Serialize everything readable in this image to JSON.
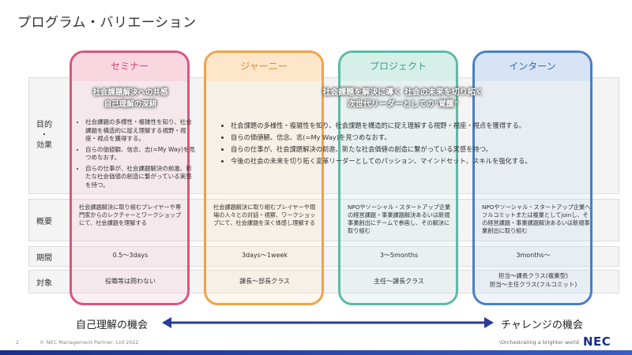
{
  "page": {
    "title": "プログラム・バリエーション",
    "page_number": "2",
    "copyright": "© NEC Management Partner, Ltd 2022",
    "tagline": "\\Orchestrating a brighter world",
    "logo": "NEC"
  },
  "row_labels": {
    "purpose": "目的\n・\n効果",
    "overview": "概要",
    "period": "期間",
    "target": "対象"
  },
  "columns": [
    {
      "name": "セミナー",
      "color": "#d9567d"
    },
    {
      "name": "ジャーニー",
      "color": "#f0a247"
    },
    {
      "name": "プロジェクト",
      "color": "#5dbaa7"
    },
    {
      "name": "インターン",
      "color": "#4a7fc4"
    }
  ],
  "purpose": {
    "seminar_headline": [
      "社会課題解決への共感",
      "自己理解の深耕"
    ],
    "seminar_bullets": [
      "社会課題の多様性・複雑性を知り、社会課題を構造的に捉え理解する視野・視座・視点を獲得する。",
      "自らの価値観、信念、志(=My Way)を見つめなおす。",
      "自らの仕事が、社会課題解決の前進、新たな社会価値の創造に繋がっている実感を持つ。"
    ],
    "wide_headline": [
      "社会課題を解決に導く 社会の未来を切り拓く",
      "次世代リーダーとしての\"覚醒\""
    ],
    "wide_bullets": [
      "社会課題の多様性・複雑性を知り、社会課題を構造的に捉え理解する視野・視座・視点を獲得する。",
      "自らの価値観、信念、志(=My Way)を見つめなおす。",
      "自らの仕事が、社会課題解決の前進、新たな社会価値の創造に繋がっている実感を持つ。",
      "今後の社会の未来を切り拓く変革リーダーとしてのパッション、マインドセット、スキルを強化する。"
    ]
  },
  "overview": [
    "社会課題解決に取り組むプレイヤーや専門家からのレクチャーとワークショップにて、社会課題を理解する",
    "社会課題解決に取り組むプレイヤーや現場の人々との対話・視察、ワークショップにて、社会課題を深く体感し理解する",
    "NPOやソーシャル・スタートアップ企業の経営課題・事業課題解決あるいは新規事業創出にチームで参画し、その解決に取り組む",
    "NPOやソーシャル・スタートアップ企業へフルコミットまたは複業としてjoinし、その経営課題・事業課題解決あるいは新規事業創出に取り組む"
  ],
  "period": [
    "0.5～3days",
    "3days～1week",
    "3～5months",
    "3months～"
  ],
  "target": [
    "役職等は問わない",
    "課長～部長クラス",
    "主任～課長クラス",
    "担当～課長クラス(複業型)\n担当～主任クラス(フルコミット)"
  ],
  "axis": {
    "left_label": "自己理解の機会",
    "right_label": "チャレンジの機会",
    "arrow_color": "#2a3a9c"
  }
}
